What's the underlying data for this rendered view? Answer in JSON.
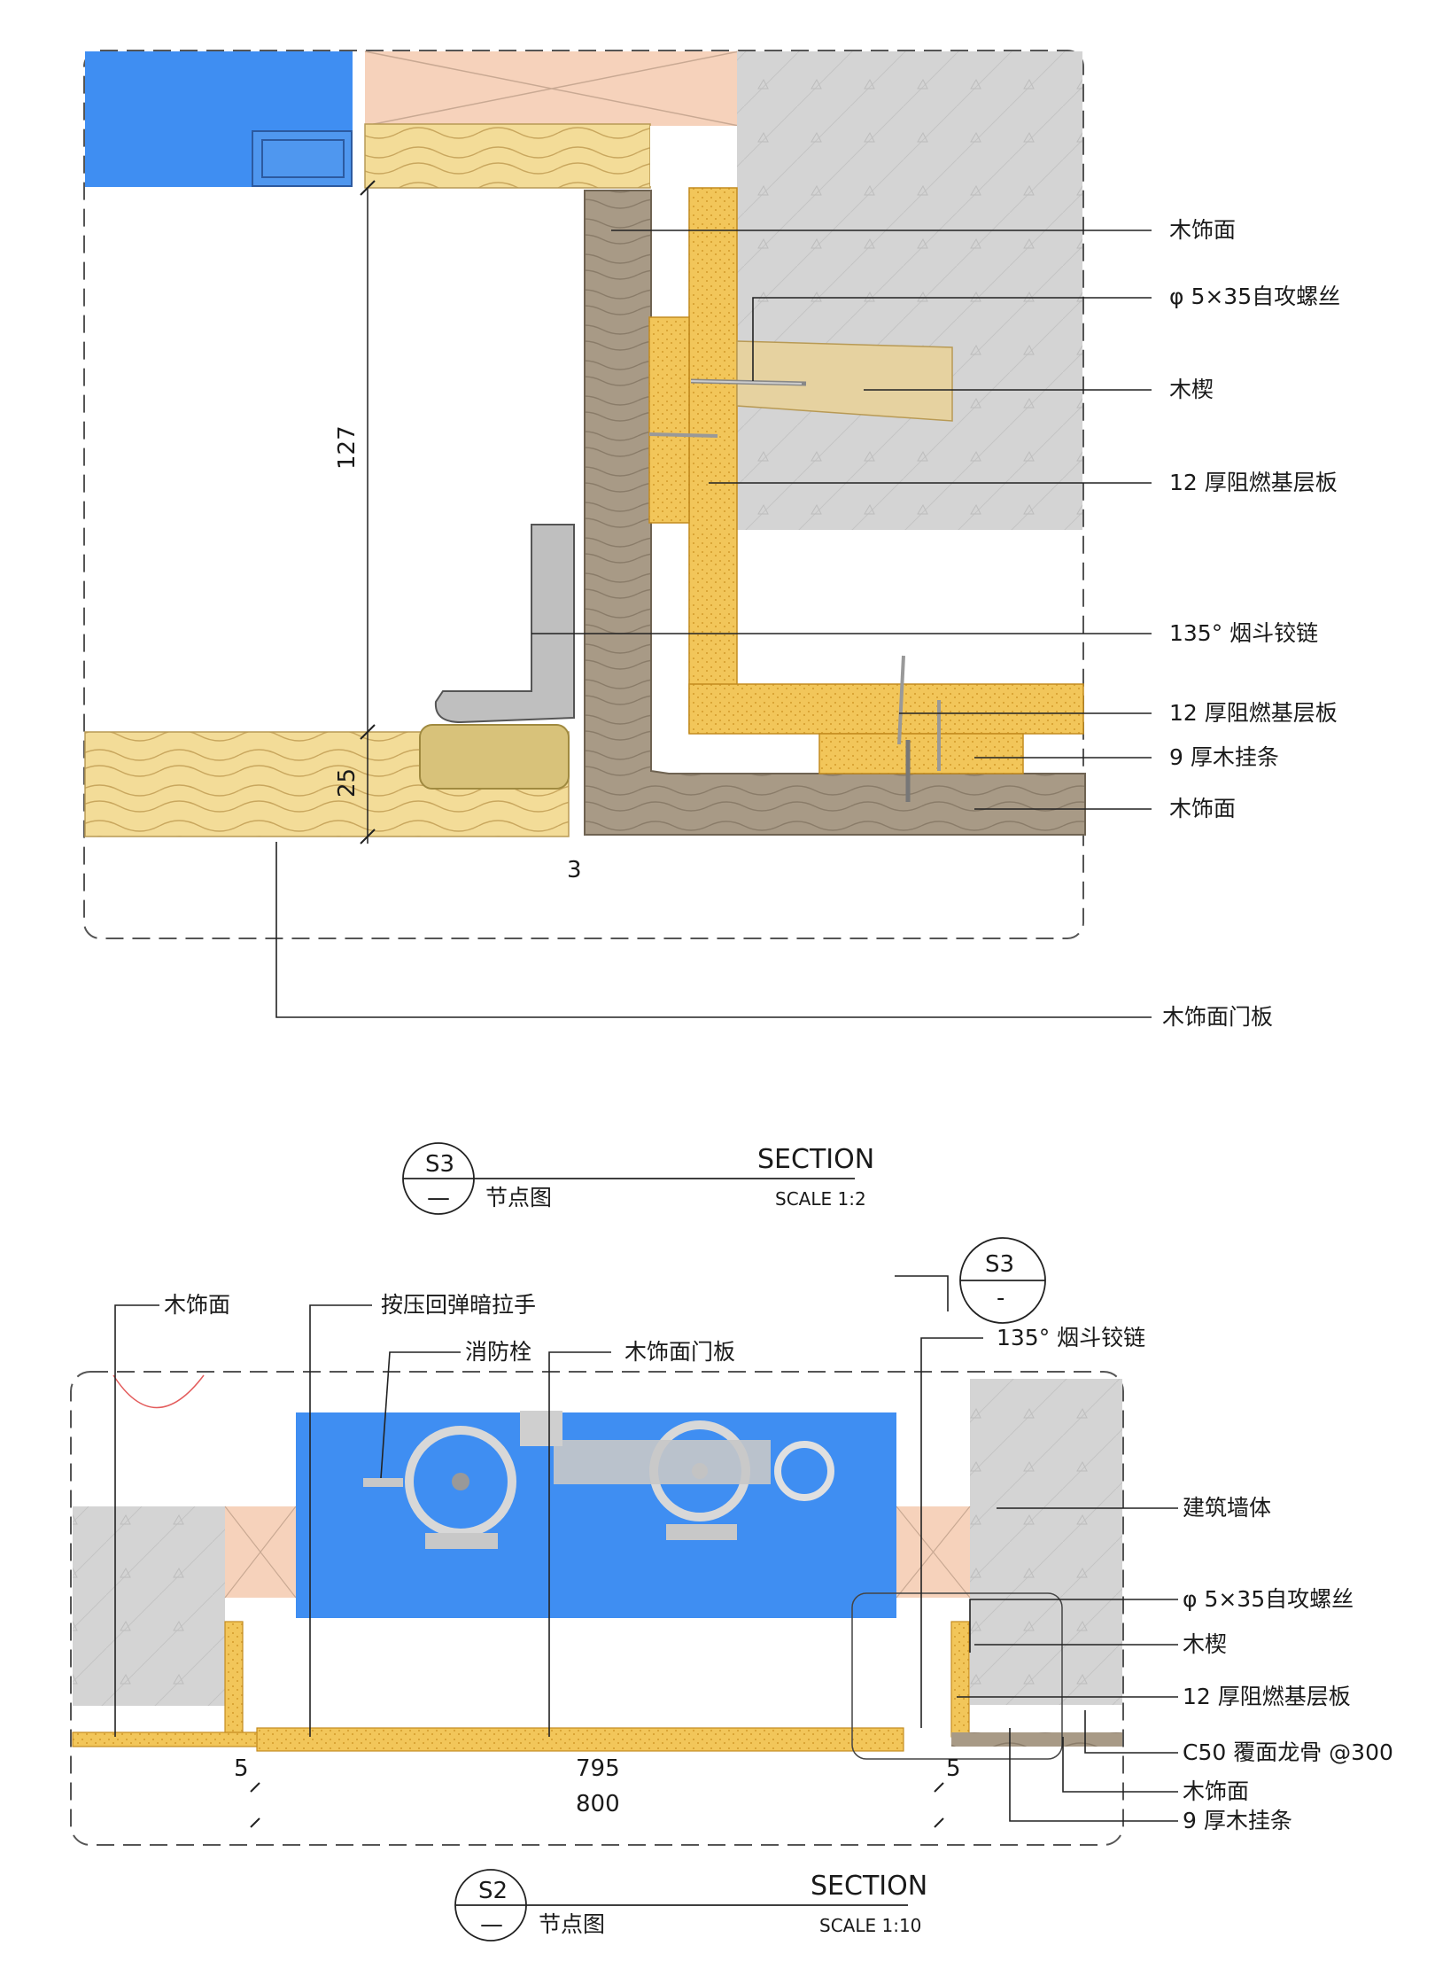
{
  "top_detail": {
    "labels": {
      "wood_veneer_1": "木饰面",
      "screw": "φ 5×35自攻螺丝",
      "wood_wedge": "木楔",
      "fr_board_1": "12 厚阻燃基层板",
      "hinge": "135° 烟斗铰链",
      "fr_board_2": "12 厚阻燃基层板",
      "batten": "9 厚木挂条",
      "wood_veneer_2": "木饰面",
      "door_panel": "木饰面门板"
    },
    "dims": {
      "height": "127",
      "thickness": "25",
      "gap": "3"
    },
    "callout": {
      "tag": "S3",
      "sub": "—",
      "type": "SECTION",
      "name": "节点图",
      "scale": "SCALE 1:2"
    }
  },
  "bottom_detail": {
    "labels": {
      "wood_veneer": "木饰面",
      "push_handle": "按压回弹暗拉手",
      "hydrant": "消防栓",
      "door_panel": "木饰面门板",
      "hinge": "135° 烟斗铰链",
      "wall": "建筑墙体",
      "screw": "φ 5×35自攻螺丝",
      "wedge": "木楔",
      "fr_board": "12 厚阻燃基层板",
      "keel": "C50 覆面龙骨 @300",
      "wood_veneer_2": "木饰面",
      "batten": "9 厚木挂条"
    },
    "dims": {
      "left": "5",
      "middle": "795",
      "right": "5",
      "total": "800"
    },
    "ref_tag": {
      "tag": "S3",
      "sub": "-"
    },
    "callout": {
      "tag": "S2",
      "sub": "—",
      "type": "SECTION",
      "name": "节点图",
      "scale": "SCALE 1:10"
    }
  },
  "colors": {
    "blue": "#3f8ef2",
    "wood": "#f3dc98",
    "ply": "#f2c65a",
    "veneer": "#a89a86",
    "salmon": "#f6d2bb",
    "concrete": "#d4d4d4"
  }
}
